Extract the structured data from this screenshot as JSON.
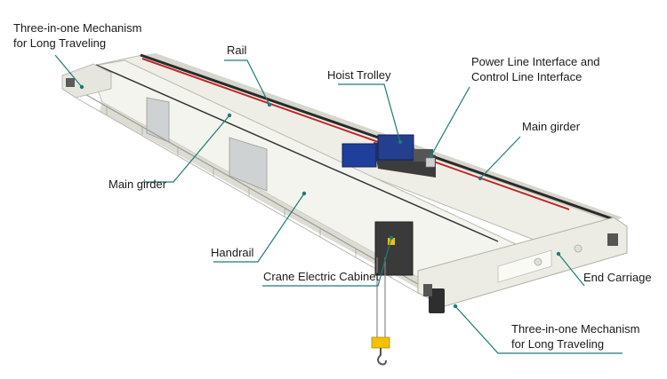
{
  "labels": {
    "mechanism_top": [
      "Three-in-one Mechanism",
      "for Long Traveling"
    ],
    "rail": "Rail",
    "hoist_trolley": "Hoist Trolley",
    "power_interface": [
      "Power Line Interface and",
      "Control Line Interface"
    ],
    "main_girder_right": "Main girder",
    "main_girder_left": "Main girder",
    "handrail": "Handrail",
    "crane_cabinet": "Crane Electric Cabinet",
    "end_carriage": "End Carriage",
    "mechanism_bottom": [
      "Three-in-one Mechanism",
      "for Long Traveling"
    ]
  },
  "colors": {
    "leader_line": "#1f7a75",
    "girder": "#eeeee6",
    "rail_red": "#c0282b",
    "trolley_blue": "#1e3f9a",
    "cabinet": "#3a3a3a"
  }
}
